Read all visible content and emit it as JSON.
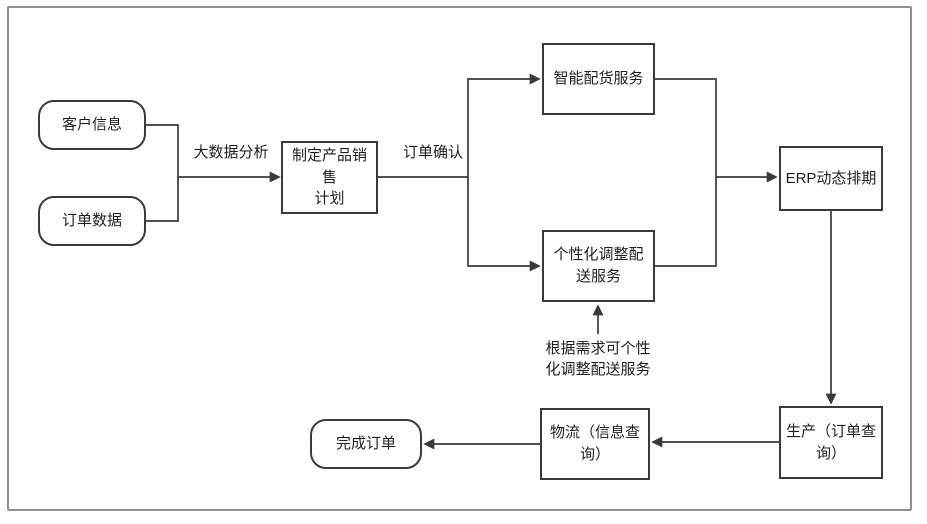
{
  "diagram": {
    "nodes": {
      "customer_info": {
        "label": "客户信息"
      },
      "order_data": {
        "label": "订单数据"
      },
      "sales_plan": {
        "label": "制定产品销售\n计划"
      },
      "smart_distribution": {
        "label": "智能配货服务"
      },
      "personalized_delivery": {
        "label": "个性化调整配\n送服务"
      },
      "erp_scheduling": {
        "label": "ERP动态排期"
      },
      "production": {
        "label": "生产（订单查\n询）"
      },
      "logistics": {
        "label": "物流（信息查\n询）"
      },
      "complete_order": {
        "label": "完成订单"
      }
    },
    "edge_labels": {
      "big_data_analysis": "大数据分析",
      "order_confirmation": "订单确认",
      "personalization_note": "根据需求可个性\n化调整配送服务"
    },
    "colors": {
      "line": "#3a3a3a",
      "node_border": "#3a3a3a",
      "frame_border": "#8f8f8f",
      "background": "#ffffff",
      "text": "#1f1f1f"
    }
  }
}
